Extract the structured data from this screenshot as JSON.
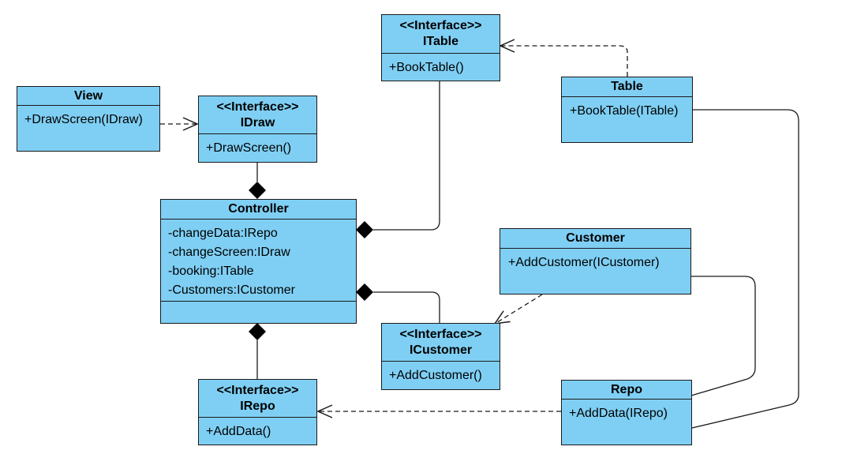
{
  "classes": {
    "view": {
      "name": "View",
      "methods": [
        "+DrawScreen(IDraw)"
      ]
    },
    "idraw": {
      "stereotype": "<<Interface>>",
      "name": "IDraw",
      "methods": [
        "+DrawScreen()"
      ]
    },
    "itable": {
      "stereotype": "<<Interface>>",
      "name": "ITable",
      "methods": [
        "+BookTable()"
      ]
    },
    "table": {
      "name": "Table",
      "methods": [
        "+BookTable(ITable)"
      ]
    },
    "controller": {
      "name": "Controller",
      "attributes": [
        "-changeData:IRepo",
        "-changeScreen:IDraw",
        "-booking:ITable",
        "-Customers:ICustomer"
      ],
      "methods": []
    },
    "customer": {
      "name": "Customer",
      "methods": [
        "+AddCustomer(ICustomer)"
      ]
    },
    "icustomer": {
      "stereotype": "<<Interface>>",
      "name": "ICustomer",
      "methods": [
        "+AddCustomer()"
      ]
    },
    "irepo": {
      "stereotype": "<<Interface>>",
      "name": "IRepo",
      "methods": [
        "+AddData()"
      ]
    },
    "repo": {
      "name": "Repo",
      "methods": [
        "+AddData(IRepo)"
      ]
    }
  },
  "relations": [
    {
      "from": "View",
      "to": "IDraw",
      "kind": "dependency"
    },
    {
      "from": "Table",
      "to": "ITable",
      "kind": "dependency"
    },
    {
      "from": "Customer",
      "to": "ICustomer",
      "kind": "dependency"
    },
    {
      "from": "Repo",
      "to": "IRepo",
      "kind": "dependency"
    },
    {
      "from": "Controller",
      "to": "IDraw",
      "kind": "composition"
    },
    {
      "from": "Controller",
      "to": "ITable",
      "kind": "composition"
    },
    {
      "from": "Controller",
      "to": "ICustomer",
      "kind": "composition"
    },
    {
      "from": "Controller",
      "to": "IRepo",
      "kind": "composition"
    },
    {
      "from": "Repo",
      "to": "Customer",
      "kind": "association"
    },
    {
      "from": "Repo",
      "to": "Table",
      "kind": "association"
    }
  ],
  "colors": {
    "class_fill": "#7fcff4",
    "stroke": "#1a1a1a"
  }
}
